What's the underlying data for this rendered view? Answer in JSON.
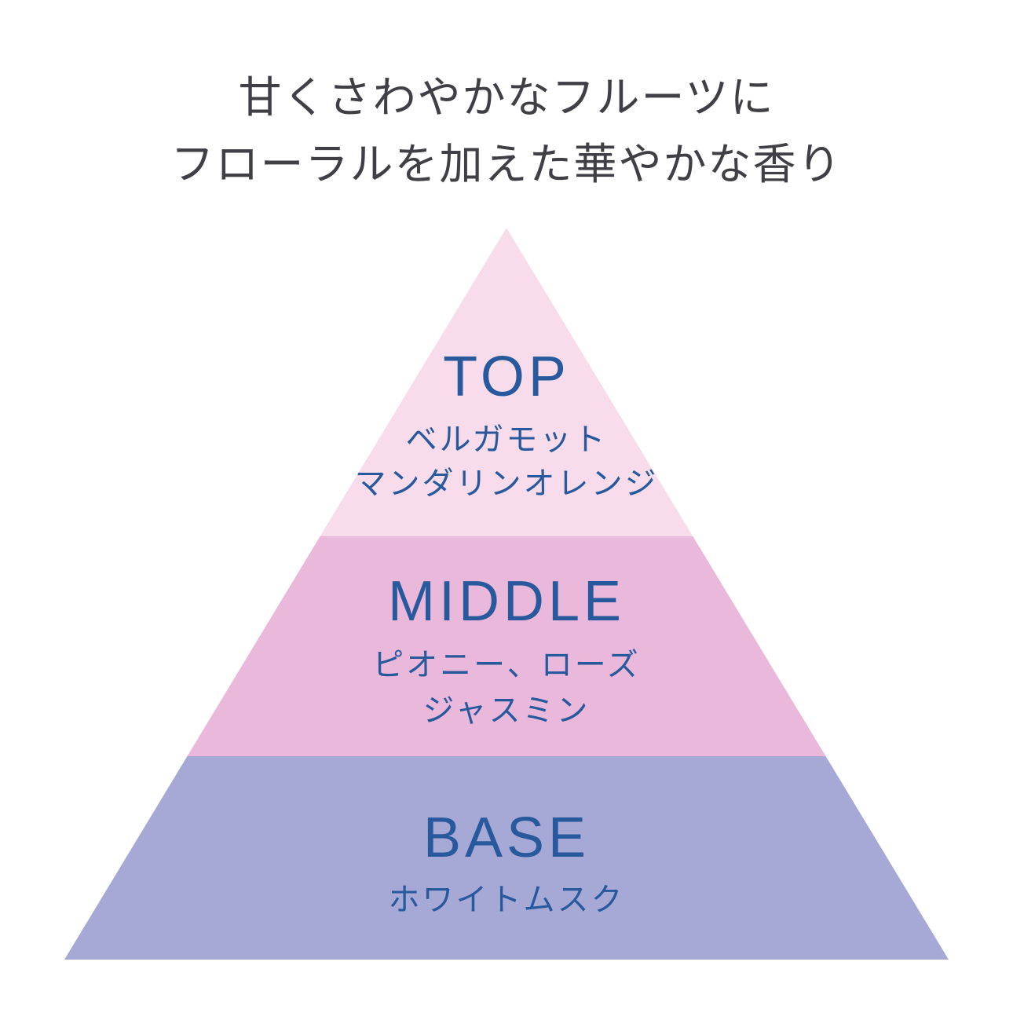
{
  "header": {
    "line1": "甘くさわやかなフルーツに",
    "line2": "フローラルを加えた華やかな香り",
    "text_color": "#3f3f45"
  },
  "pyramid": {
    "type": "fragrance-note-pyramid",
    "text_color": "#27599c",
    "layers": [
      {
        "id": "top",
        "label": "TOP",
        "notes": [
          "ベルガモット",
          "マンダリンオレンジ"
        ],
        "fill": "#f8dcec"
      },
      {
        "id": "middle",
        "label": "MIDDLE",
        "notes": [
          "ピオニー、ローズ",
          "ジャスミン"
        ],
        "fill": "#e9b8da"
      },
      {
        "id": "base",
        "label": "BASE",
        "notes": [
          "ホワイトムスク"
        ],
        "fill": "#a6a9d6"
      }
    ]
  }
}
